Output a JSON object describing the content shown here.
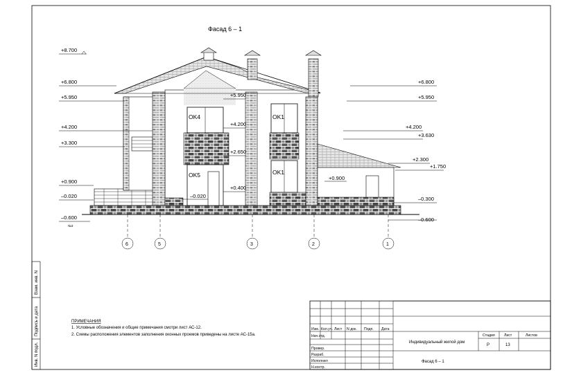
{
  "drawing": {
    "title": "Фасад 6 – 1",
    "levels_left": [
      "+8.700",
      "+6.800",
      "+5.950",
      "+4.200",
      "+3.300",
      "+0.900",
      "–0.020",
      "–0.600"
    ],
    "level_left_note": "№3",
    "levels_mid": [
      "+5.950",
      "+4.200",
      "+2.650",
      "+0.400",
      "–0.020",
      "+0.900"
    ],
    "levels_right": [
      "+6.800",
      "+5.950",
      "+4.200",
      "+3.630",
      "+2.300",
      "+1.750",
      "–0.300",
      "–0.600"
    ],
    "openings": [
      "OK4",
      "OK5",
      "OK1",
      "OK1"
    ],
    "axes": [
      "6",
      "5",
      "3",
      "2",
      "1"
    ]
  },
  "notes": {
    "heading": "ПРИМЕЧАНИЯ",
    "items": [
      "1. Условные обозначения и общие примечания смотри лист АС-12.",
      "2. Схемы расположения элементов заполнения оконных проемов приведены на листе АС-15а."
    ]
  },
  "side_stamp": [
    "Инв. N подл.",
    "Подпись и дата",
    "Взам. инв. N"
  ],
  "title_block": {
    "header": [
      "Изм.",
      "Кол.уч.",
      "Лист",
      "N док.",
      "Подп.",
      "Дата"
    ],
    "roles": [
      "Нач.отд.",
      "Провер.",
      "Разраб.",
      "Исполнил",
      "Н.контр."
    ],
    "project": "Индивидуальный жилой дом",
    "sheet_name": "Фасад 6 – 1",
    "stage_label": "Стадия",
    "sheet_label": "Лист",
    "sheets_label": "Листов",
    "stage": "Р",
    "sheet": "13",
    "sheets": ""
  }
}
